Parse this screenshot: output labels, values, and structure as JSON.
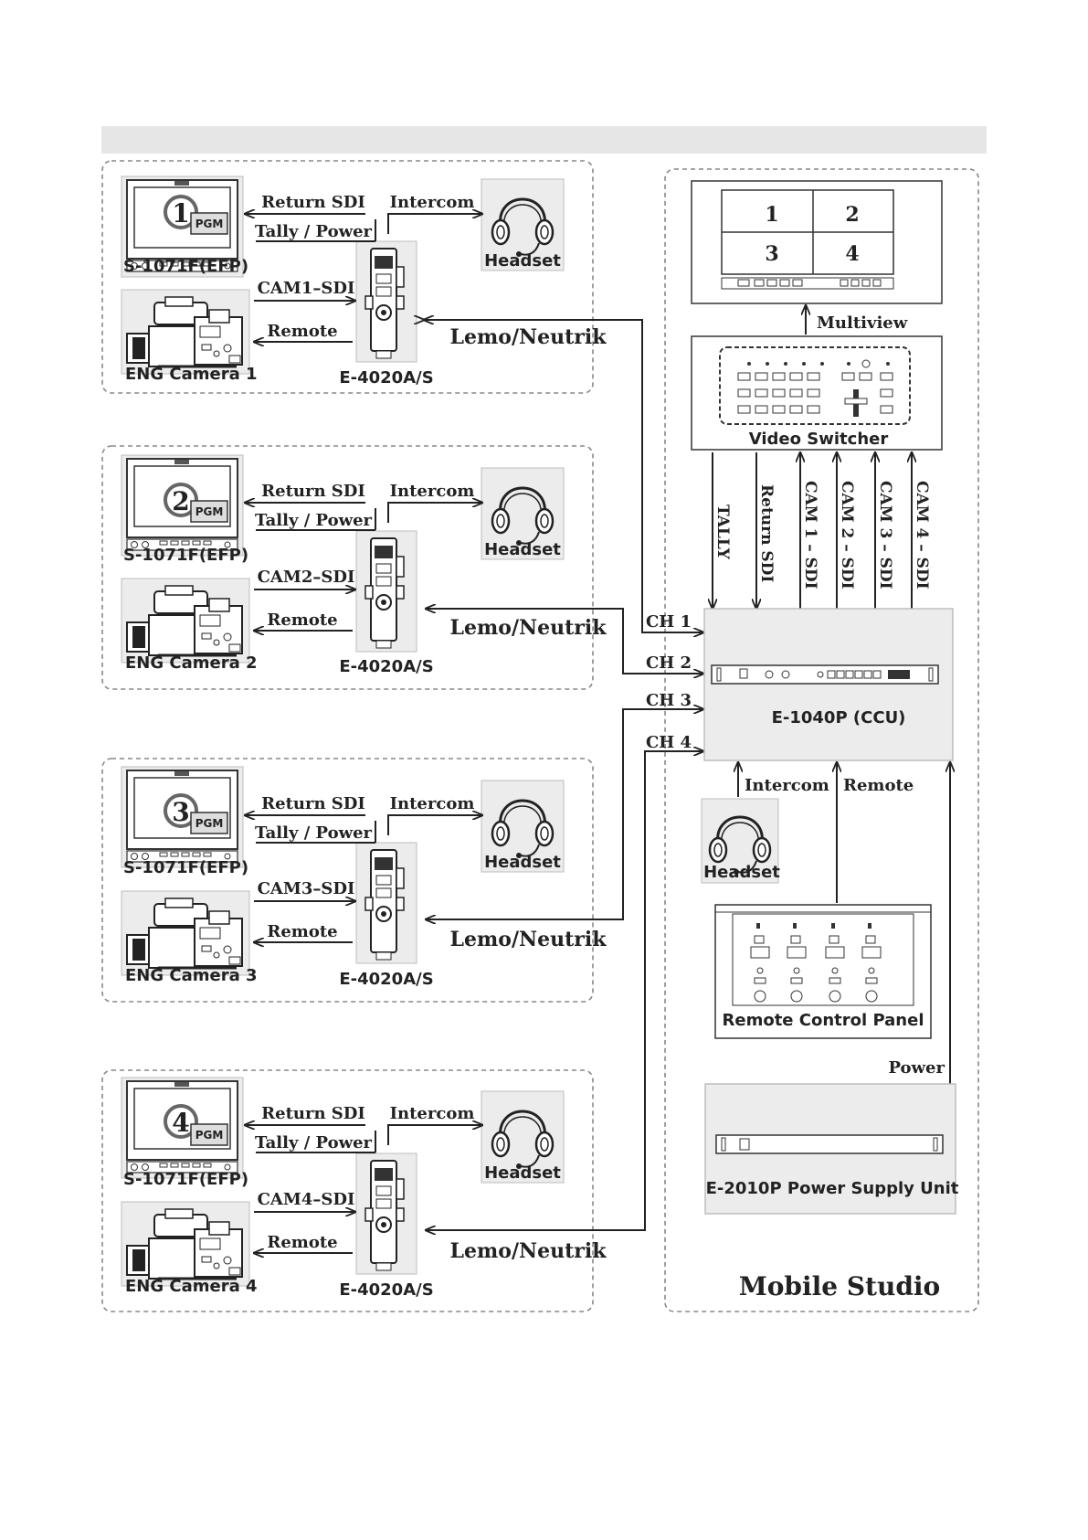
{
  "groups": [
    {
      "monitor_label": "S-1071F(EFP)",
      "monitor_badge": "PGM",
      "monitor_num": "1",
      "camera_label": "ENG Camera 1",
      "adapter_label": "E-4020A/S",
      "headset_label": "Headset",
      "cam_sdi": "CAM1–SDI"
    },
    {
      "monitor_label": "S-1071F(EFP)",
      "monitor_badge": "PGM",
      "monitor_num": "2",
      "camera_label": "ENG Camera 2",
      "adapter_label": "E-4020A/S",
      "headset_label": "Headset",
      "cam_sdi": "CAM2–SDI"
    },
    {
      "monitor_label": "S-1071F(EFP)",
      "monitor_badge": "PGM",
      "monitor_num": "3",
      "camera_label": "ENG Camera 3",
      "adapter_label": "E-4020A/S",
      "headset_label": "Headset",
      "cam_sdi": "CAM3–SDI"
    },
    {
      "monitor_label": "S-1071F(EFP)",
      "monitor_badge": "PGM",
      "monitor_num": "4",
      "camera_label": "ENG Camera 4",
      "adapter_label": "E-4020A/S",
      "headset_label": "Headset",
      "cam_sdi": "CAM4–SDI"
    }
  ],
  "links": {
    "return_sdi": "Return SDI",
    "intercom": "Intercom",
    "tally_power": "Tally / Power",
    "remote": "Remote",
    "lemo": "Lemo/Neutrik"
  },
  "studio": {
    "title": "Mobile Studio",
    "multiview_label": "Multiview",
    "multiview_cells": [
      "1",
      "2",
      "3",
      "4"
    ],
    "switcher_label": "Video Switcher",
    "switcher_links": [
      "TALLY",
      "Return SDI",
      "CAM 1 – SDI",
      "CAM 2 – SDI",
      "CAM 3 – SDI",
      "CAM 4 – SDI"
    ],
    "ccu_label": "E-1040P (CCU)",
    "channels": [
      "CH 1",
      "CH 2",
      "CH 3",
      "CH 4"
    ],
    "ccu_intercom": "Intercom",
    "ccu_remote": "Remote",
    "headset_label": "Headset",
    "rcp_label": "Remote Control Panel",
    "power_link": "Power",
    "psu_label": "E-2010P Power Supply Unit"
  }
}
